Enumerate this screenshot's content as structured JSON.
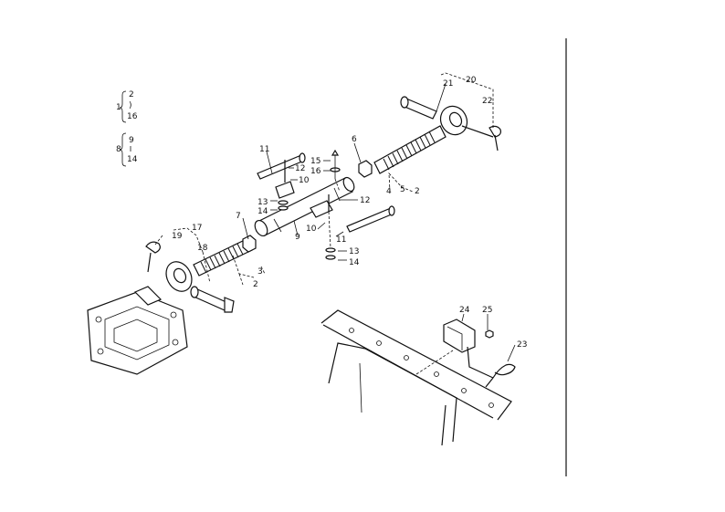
{
  "callouts": {
    "c1": "1",
    "c2": "2",
    "c3": "3",
    "c4": "4",
    "c5": "5",
    "c6": "6",
    "c7": "7",
    "c8": "8",
    "c9": "9",
    "c10": "10",
    "c11": "11",
    "c12": "12",
    "c13": "13",
    "c14": "14",
    "c15": "15",
    "c16": "16",
    "c17": "17",
    "c18": "18",
    "c19": "19",
    "c20": "20",
    "c21": "21",
    "c22": "22",
    "c23": "23",
    "c24": "24",
    "c25": "25"
  },
  "legend": {
    "group1": {
      "parent": "1",
      "first": "2",
      "mid": ")",
      "last": "16"
    },
    "group8": {
      "parent": "8",
      "first": "9",
      "last": "14"
    }
  }
}
